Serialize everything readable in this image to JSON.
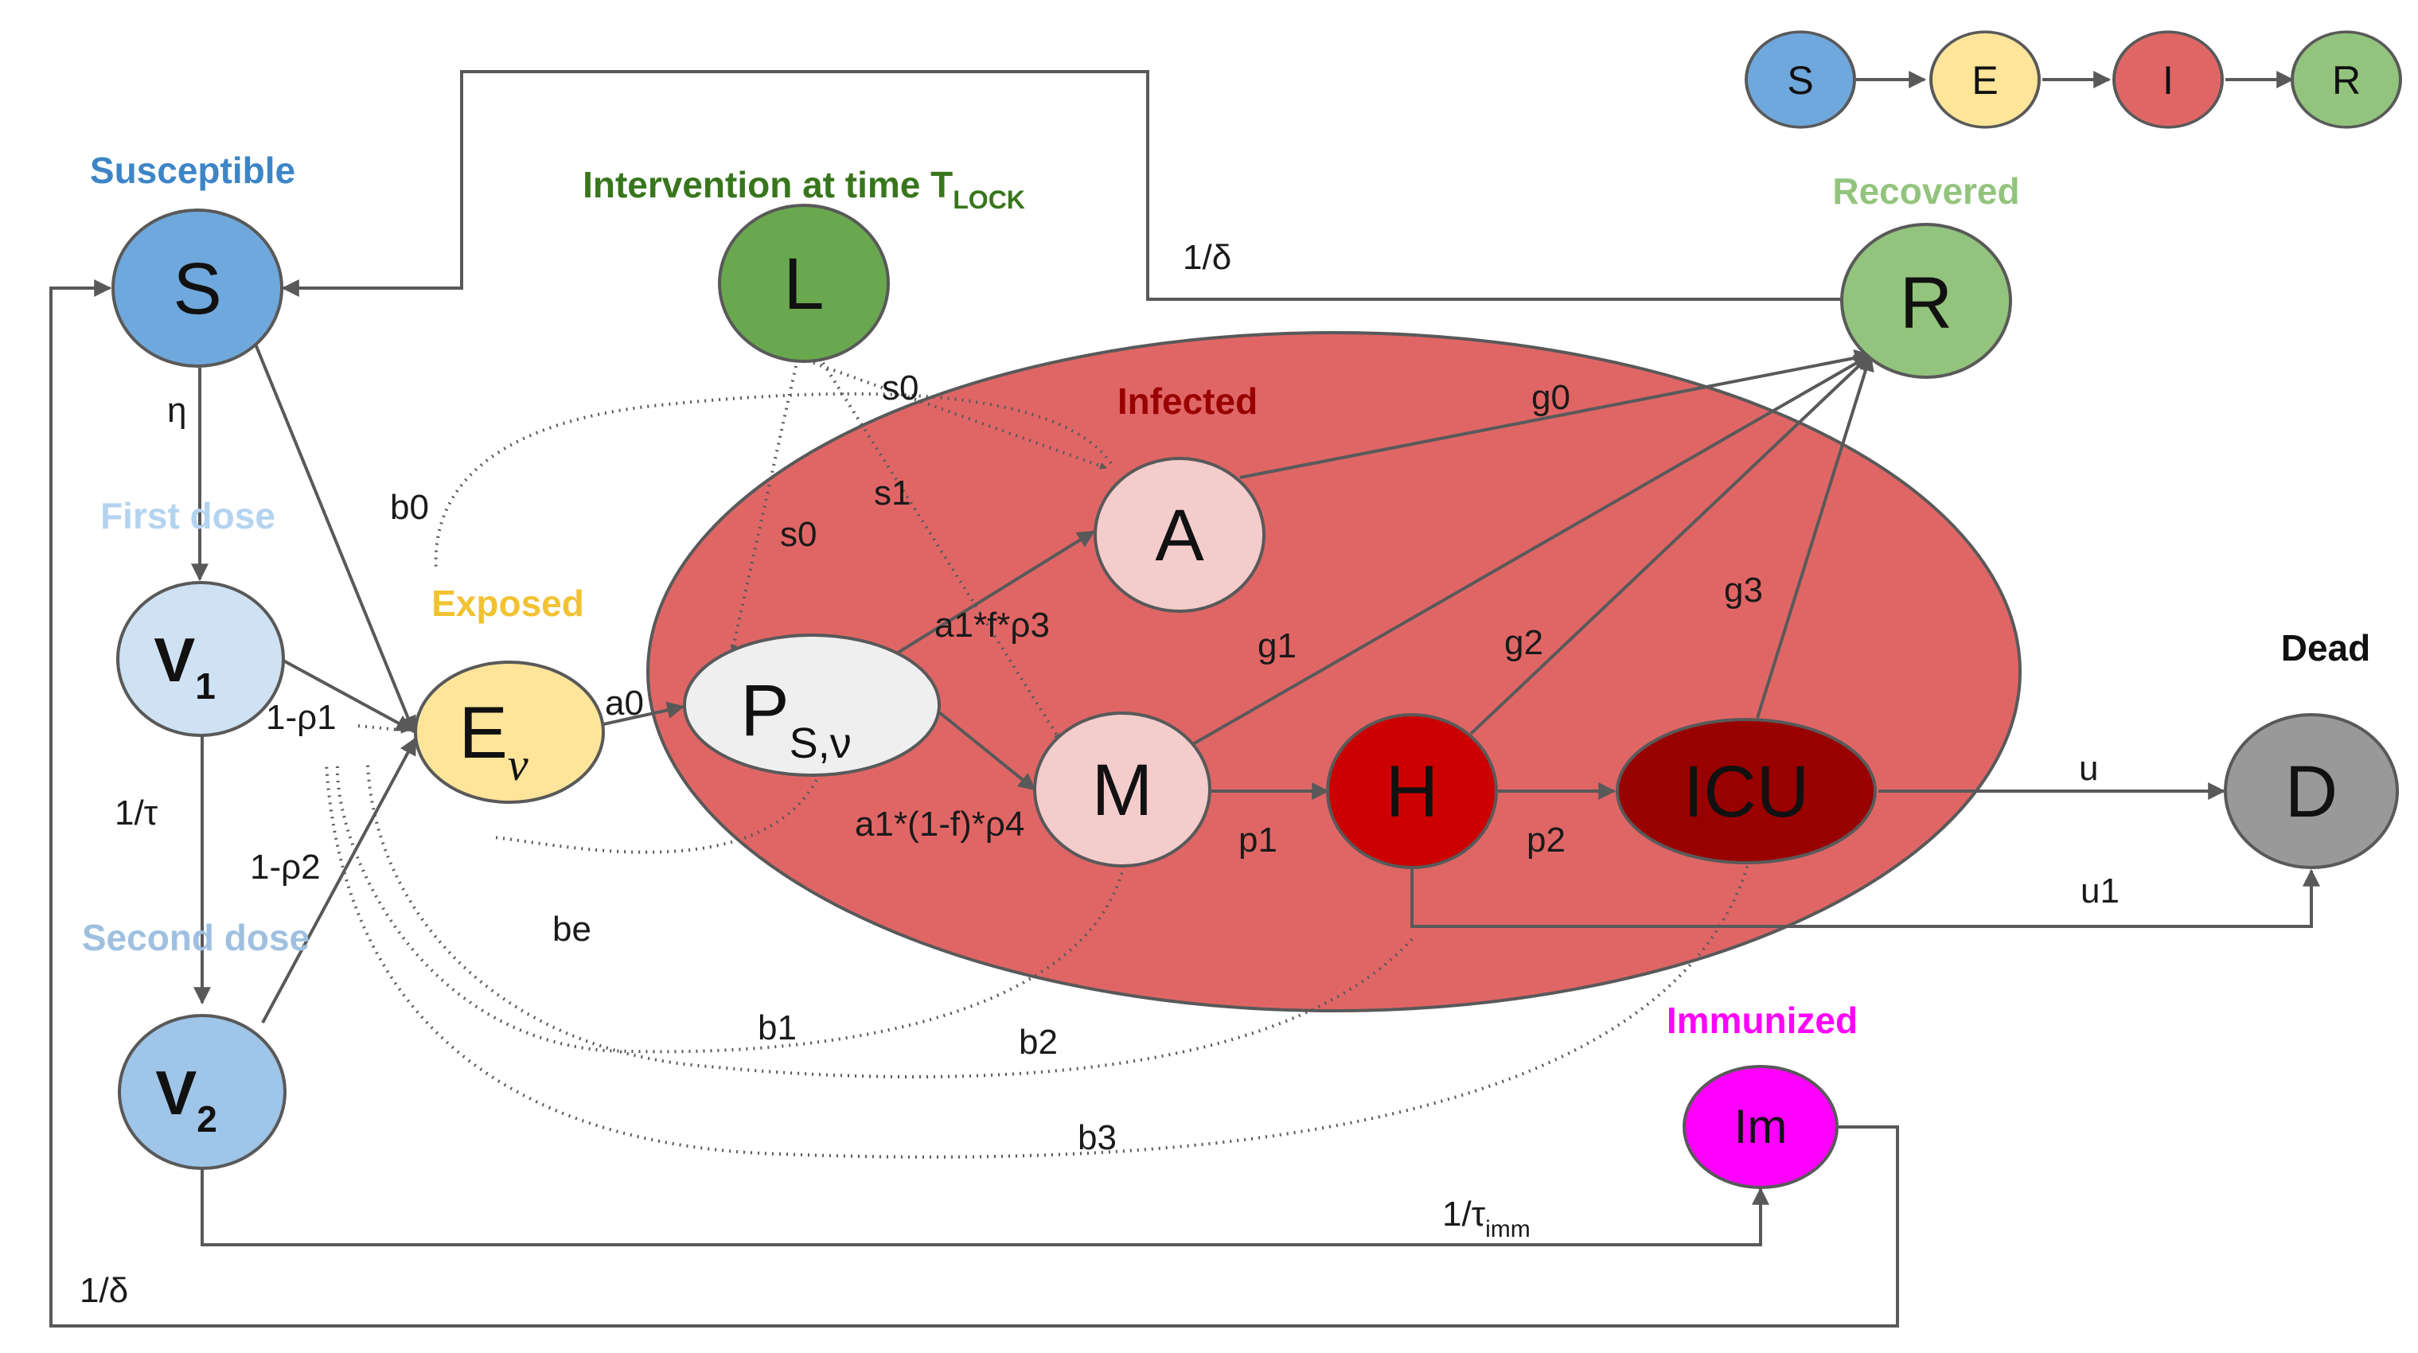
{
  "legend": [
    "S",
    "E",
    "I",
    "R"
  ],
  "compartments": {
    "susceptible": {
      "title": "Susceptible",
      "letter": "S"
    },
    "lockdown": {
      "title": "Intervention at time T",
      "title_sub": "LOCK",
      "letter": "L"
    },
    "recovered": {
      "title": "Recovered",
      "letter": "R"
    },
    "first_dose": {
      "title": "First dose",
      "letter": "V",
      "sub": "1"
    },
    "exposed": {
      "title": "Exposed",
      "letter": "E",
      "sub": "ν"
    },
    "presymptomatic": {
      "letter": "P",
      "sub": "S,ν"
    },
    "infected": {
      "title": "Infected"
    },
    "asymptomatic": {
      "letter": "A"
    },
    "mild": {
      "letter": "M"
    },
    "hospital": {
      "letter": "H"
    },
    "icu": {
      "letter": "ICU"
    },
    "dead": {
      "title": "Dead",
      "letter": "D"
    },
    "second_dose": {
      "title": "Second dose",
      "letter": "V",
      "sub": "2"
    },
    "immunized": {
      "title": "Immunized",
      "letter": "Im"
    }
  },
  "rates": {
    "eta": "η",
    "tau": "1/τ",
    "delta_top": "1/δ",
    "delta_bottom": "1/δ",
    "rho1": "1-ρ1",
    "rho2": "1-ρ2",
    "b0": "b0",
    "be": "be",
    "b1": "b1",
    "b2": "b2",
    "b3": "b3",
    "a0": "a0",
    "a1_asym": "a1*f*ρ3",
    "a1_mild": "a1*(1-f)*ρ4",
    "s0_a": "s0",
    "s0_b": "s0",
    "s1": "s1",
    "g0": "g0",
    "g1": "g1",
    "g2": "g2",
    "g3": "g3",
    "p1": "p1",
    "p2": "p2",
    "u": "u",
    "u1": "u1",
    "tau_imm": "1/τ",
    "tau_imm_sub": "imm"
  },
  "colors": {
    "susceptible": "#6fa8dc",
    "susceptible_title": "#3d85c6",
    "lockdown": "#6aa84f",
    "lockdown_title": "#38761d",
    "recovered": "#93c47d",
    "recovered_title": "#93c47d",
    "first_dose": "#cfe2f3",
    "first_dose_title": "#b4d3f0",
    "second_dose": "#9fc5e8",
    "second_dose_title": "#9fc0e0",
    "exposed": "#ffe599",
    "exposed_title": "#f1c232",
    "infected_region": "#e06666",
    "infected_title": "#990000",
    "asym_mild": "#f4cccc",
    "presym": "#efefef",
    "hospital": "#cc0000",
    "icu": "#990000",
    "dead": "#999999",
    "immunized": "#ff00ff"
  }
}
